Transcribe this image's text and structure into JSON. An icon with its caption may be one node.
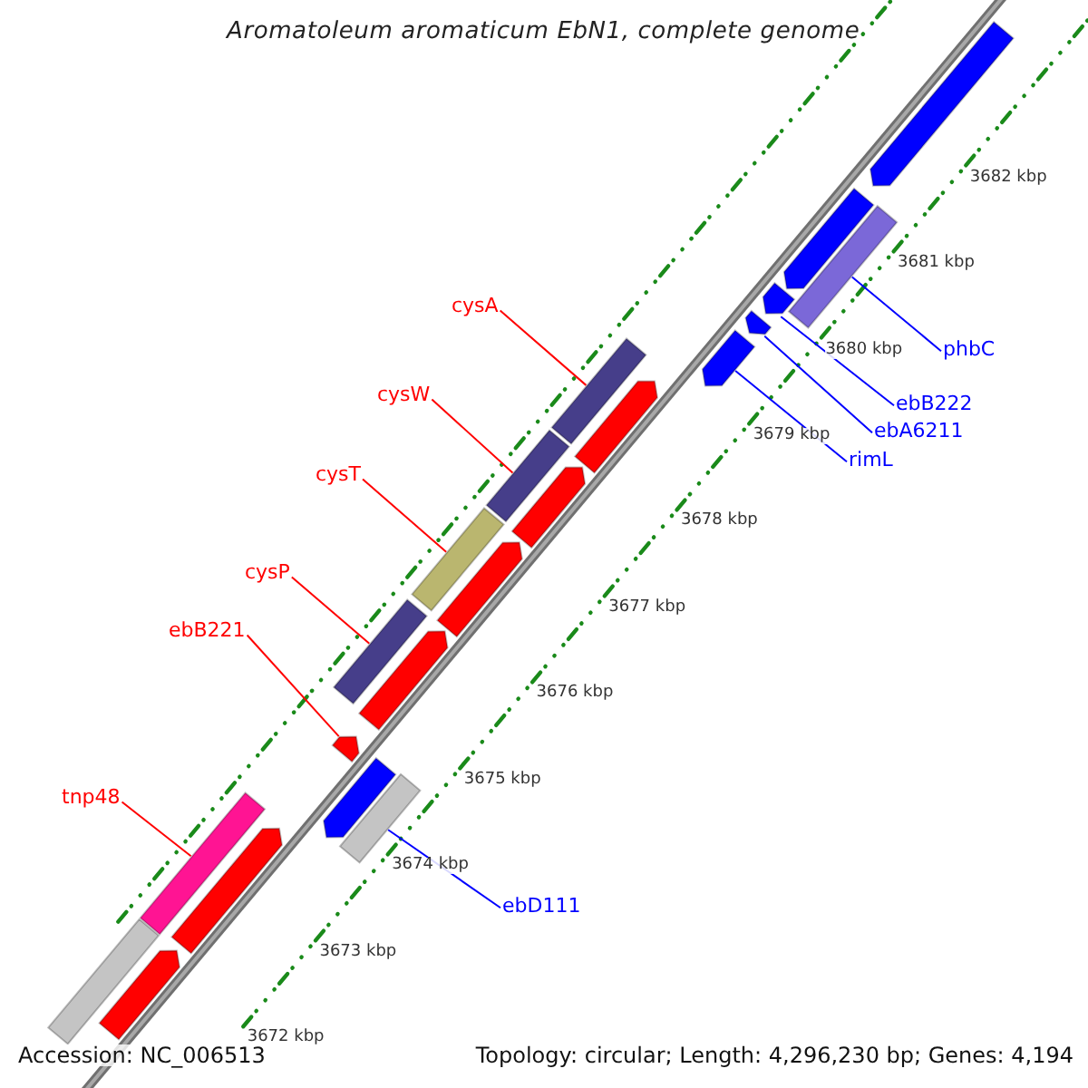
{
  "diagram": {
    "title": "Aromatoleum aromaticum EbN1, complete genome",
    "nodes": [
      {
        "text": [
          "cysA"
        ]
      },
      {
        "text": [
          "cysW"
        ]
      },
      {
        "text": [
          "cysT"
        ]
      },
      {
        "text": [
          "cysP"
        ]
      },
      {
        "text": [
          "ebB221"
        ]
      },
      {
        "text": [
          "tnp48"
        ]
      },
      {
        "text": [
          "phbC"
        ]
      },
      {
        "text": [
          "ebB222"
        ]
      },
      {
        "text": [
          "ebA6211"
        ]
      },
      {
        "text": [
          "rimL"
        ]
      },
      {
        "text": [
          "ebD111"
        ]
      },
      {
        "text": [],
        "shape": "bar"
      },
      {
        "text": [],
        "shape": "arrow"
      },
      {
        "text": [],
        "shape": "arrow"
      },
      {
        "text": [],
        "shape": "bar"
      },
      {
        "text": [],
        "shape": "arrow"
      },
      {
        "text": [],
        "shape": "bar"
      },
      {
        "text": [],
        "shape": "arrow"
      },
      {
        "text": [],
        "shape": "arrow"
      },
      {
        "text": [],
        "shape": "bar"
      },
      {
        "text": [],
        "shape": "arrow"
      },
      {
        "text": [],
        "shape": "bar"
      },
      {
        "text": [],
        "shape": "arrow"
      },
      {
        "text": [],
        "shape": "bar"
      },
      {
        "text": [],
        "shape": "bar"
      },
      {
        "text": [],
        "shape": "arrow"
      },
      {
        "text": [],
        "shape": "arrow"
      },
      {
        "text": [],
        "shape": "arrow"
      },
      {
        "text": [],
        "shape": "arrow"
      },
      {
        "text": [],
        "shape": "bar"
      },
      {
        "text": [],
        "shape": "arrow"
      },
      {
        "text": [],
        "shape": "arrow"
      }
    ],
    "edges": [
      {
        "from": 0,
        "to": 24,
        "arrow": "none"
      },
      {
        "from": 1,
        "to": 23,
        "arrow": "none"
      },
      {
        "from": 2,
        "to": 21,
        "arrow": "none"
      },
      {
        "from": 3,
        "to": 19,
        "arrow": "none"
      },
      {
        "from": 4,
        "to": 17,
        "arrow": "none"
      },
      {
        "from": 5,
        "to": 14,
        "arrow": "none"
      },
      {
        "from": 6,
        "to": 29,
        "arrow": "none",
        "color": "#0000ff"
      },
      {
        "from": 7,
        "to": 28,
        "arrow": "none",
        "color": "#0000ff"
      },
      {
        "from": 8,
        "to": 27,
        "arrow": "none",
        "color": "#0000ff"
      },
      {
        "from": 9,
        "to": 26,
        "arrow": "none",
        "color": "#0000ff"
      },
      {
        "from": 10,
        "to": 16,
        "arrow": "none",
        "color": "#0000ff"
      }
    ],
    "labels": [
      "3682 kbp",
      "3681 kbp",
      "3680 kbp",
      "3679 kbp",
      "3678 kbp",
      "3677 kbp",
      "3676 kbp",
      "3675 kbp",
      "3674 kbp",
      "3673 kbp",
      "3672 kbp",
      "Accession: NC_006513",
      "Topology: circular; Length: 4,296,230 bp; Genes: 4,194"
    ]
  }
}
